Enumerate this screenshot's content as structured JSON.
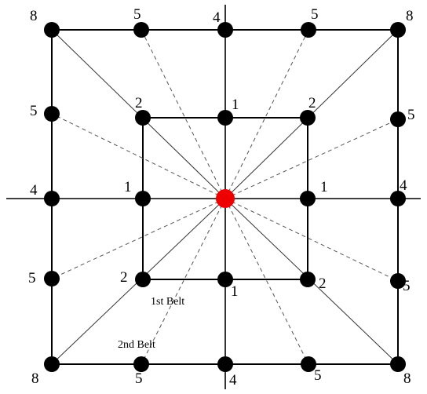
{
  "labels": {
    "corner_tl": "8",
    "corner_tr": "8",
    "corner_bl": "8",
    "corner_br": "8",
    "top_left_mid": "5",
    "top_center": "4",
    "top_right_mid": "5",
    "left_upper_mid": "5",
    "left_center": "4",
    "left_lower_mid": "5",
    "right_upper_mid": "5",
    "right_center": "4",
    "right_lower_mid": "5",
    "bottom_left_mid": "5",
    "bottom_center": "4",
    "bottom_right_mid": "5",
    "inner_tl": "2",
    "inner_top": "1",
    "inner_tr": "2",
    "inner_left": "1",
    "inner_right": "1",
    "inner_bl": "2",
    "inner_bottom": "1",
    "inner_br": "2"
  },
  "belts": {
    "first": "1st Belt",
    "second": "2nd Belt"
  },
  "colors": {
    "node": "#000000",
    "center_node": "#ee0000",
    "line": "#000000",
    "dashed": "#555555"
  }
}
